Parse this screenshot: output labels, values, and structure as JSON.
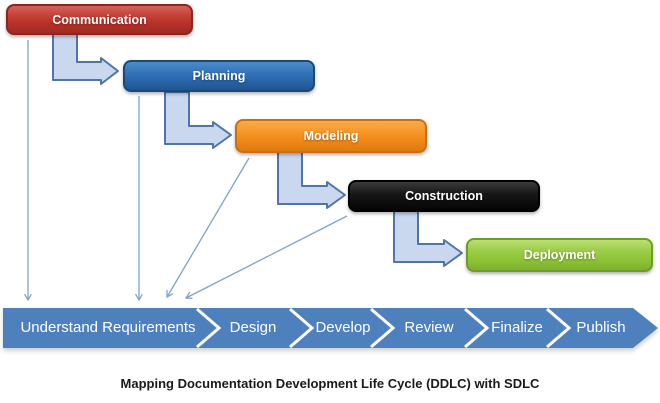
{
  "caption": "Mapping Documentation Development Life Cycle (DDLC) with SDLC",
  "ddlc": {
    "stages": [
      {
        "label": "Communication",
        "color": "#be3a32"
      },
      {
        "label": "Planning",
        "color": "#2e72b6"
      },
      {
        "label": "Modeling",
        "color": "#f2911d"
      },
      {
        "label": "Construction",
        "color": "#0b0b0b"
      },
      {
        "label": "Deployment",
        "color": "#8fc63e"
      }
    ]
  },
  "sdlc": {
    "band_color": "#4e80bd",
    "separator_color": "#ffffff",
    "stages": [
      {
        "label": "Understand Requirements"
      },
      {
        "label": "Design"
      },
      {
        "label": "Develop"
      },
      {
        "label": "Review"
      },
      {
        "label": "Finalize"
      },
      {
        "label": "Publish"
      }
    ]
  },
  "connectors": {
    "elbow_fill": "#c9d8ef",
    "elbow_stroke": "#4f74a8",
    "thin_line": "#7fa3cb"
  }
}
